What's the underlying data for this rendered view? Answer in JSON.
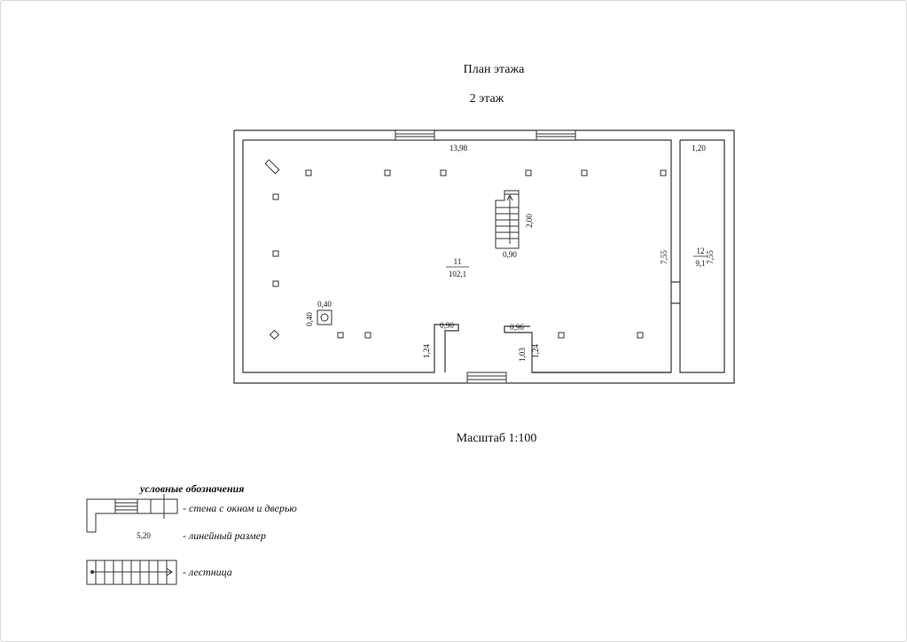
{
  "title": "План этажа",
  "floor": "2 этаж",
  "scale": "Масштаб 1:100",
  "rooms": {
    "main": {
      "number": "11",
      "area": "102,1"
    },
    "side": {
      "number": "12",
      "area": "9,1"
    }
  },
  "dimensions": {
    "top_width": "13,98",
    "side_width": "1,20",
    "height_main": "7,55",
    "height_side": "7,55",
    "stair_length": "2,00",
    "stair_width": "0,90",
    "chimney_w": "0,40",
    "chimney_h": "0,40",
    "entry_left_w": "0,90",
    "entry_left_depth": "1,24",
    "entry_right_w": "0,96",
    "entry_right_depth": "1,03",
    "entry_right_depth2": "1,24"
  },
  "legend": {
    "title": "условные обозначения",
    "wall": "- стена с окном и дверью",
    "dimension_sample": "5,20",
    "dimension": "- линейный размер",
    "stair": "- лестница"
  }
}
